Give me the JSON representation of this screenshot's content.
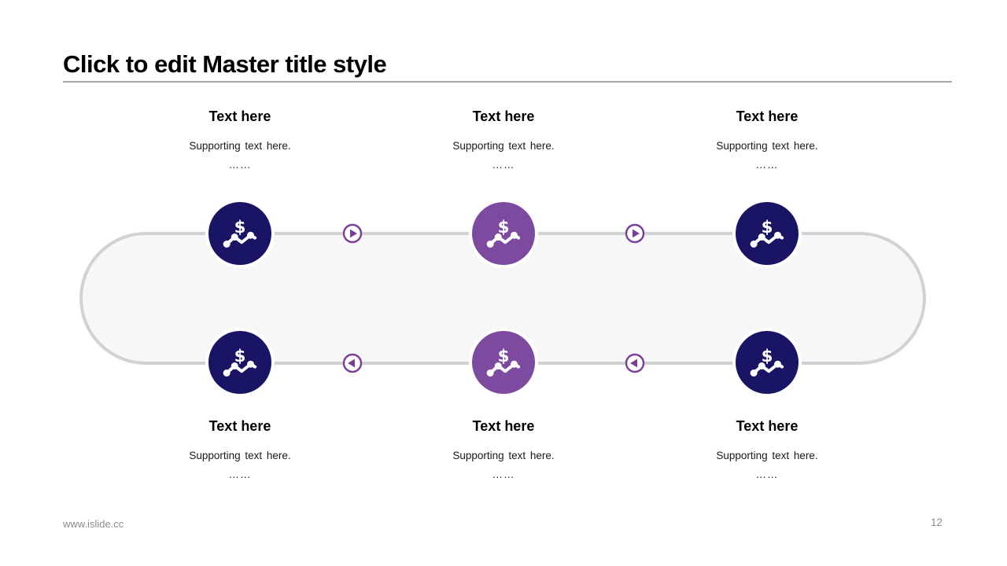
{
  "title": "Click to edit Master title style",
  "columns": [
    {
      "top": {
        "heading": "Text here",
        "supporting": "Supporting text here.",
        "ellipsis": "……"
      },
      "bottom": {
        "heading": "Text here",
        "supporting": "Supporting text here.",
        "ellipsis": "……"
      }
    },
    {
      "top": {
        "heading": "Text here",
        "supporting": "Supporting text here.",
        "ellipsis": "……"
      },
      "bottom": {
        "heading": "Text here",
        "supporting": "Supporting text here.",
        "ellipsis": "……"
      }
    },
    {
      "top": {
        "heading": "Text here",
        "supporting": "Supporting text here.",
        "ellipsis": "……"
      },
      "bottom": {
        "heading": "Text here",
        "supporting": "Supporting text here.",
        "ellipsis": "……"
      }
    }
  ],
  "nodes": [
    {
      "row": "top",
      "column": 1,
      "icon": "dollar-trend-icon",
      "color": "navy"
    },
    {
      "row": "top",
      "column": 2,
      "icon": "dollar-trend-icon",
      "color": "purple"
    },
    {
      "row": "top",
      "column": 3,
      "icon": "dollar-trend-icon",
      "color": "navy"
    },
    {
      "row": "bottom",
      "column": 1,
      "icon": "dollar-trend-icon",
      "color": "navy"
    },
    {
      "row": "bottom",
      "column": 2,
      "icon": "dollar-trend-icon",
      "color": "purple"
    },
    {
      "row": "bottom",
      "column": 3,
      "icon": "dollar-trend-icon",
      "color": "navy"
    }
  ],
  "arrows": [
    {
      "row": "top",
      "direction": "right"
    },
    {
      "row": "top",
      "direction": "right"
    },
    {
      "row": "bottom",
      "direction": "left"
    },
    {
      "row": "bottom",
      "direction": "left"
    }
  ],
  "footer": {
    "url": "www.islide.cc",
    "page": "12"
  },
  "colors": {
    "navy": "#1a1464",
    "purple": "#7c4a9e",
    "arrowPurple": "#7a3d98",
    "trackBorder": "#d2d2d2",
    "trackFill": "#f7f7f8",
    "ruleGray": "#a9a9a9",
    "mutedText": "#8c8c8c"
  }
}
